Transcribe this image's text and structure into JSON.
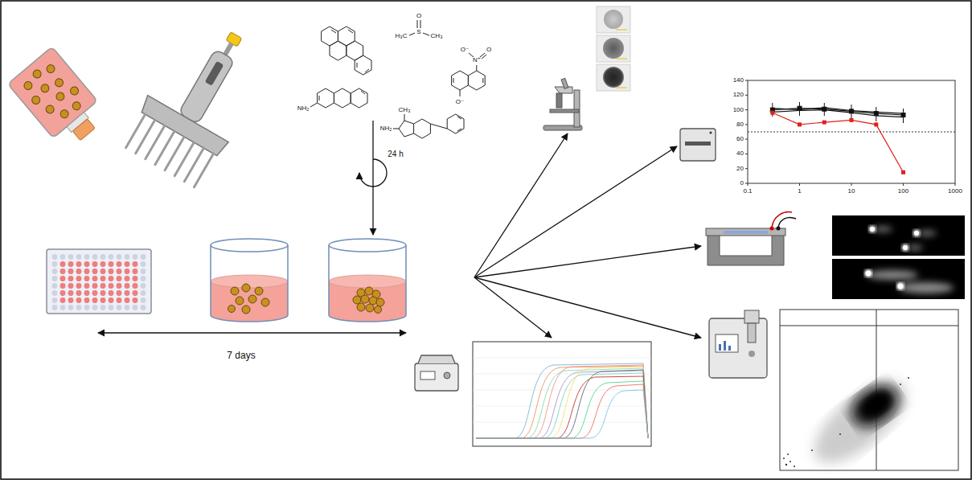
{
  "diagram": {
    "labels": [
      "24 h",
      "7 days",
      "H₃C",
      "S",
      "O",
      "CH₃",
      "NH₂",
      "N⁺",
      "O⁻",
      "O",
      "O⁻",
      "CH₃",
      "NH₂",
      "0",
      "20",
      "40",
      "60",
      "80",
      "100",
      "120",
      "140",
      "0.1",
      "1",
      "10",
      "100",
      "1000"
    ]
  }
}
